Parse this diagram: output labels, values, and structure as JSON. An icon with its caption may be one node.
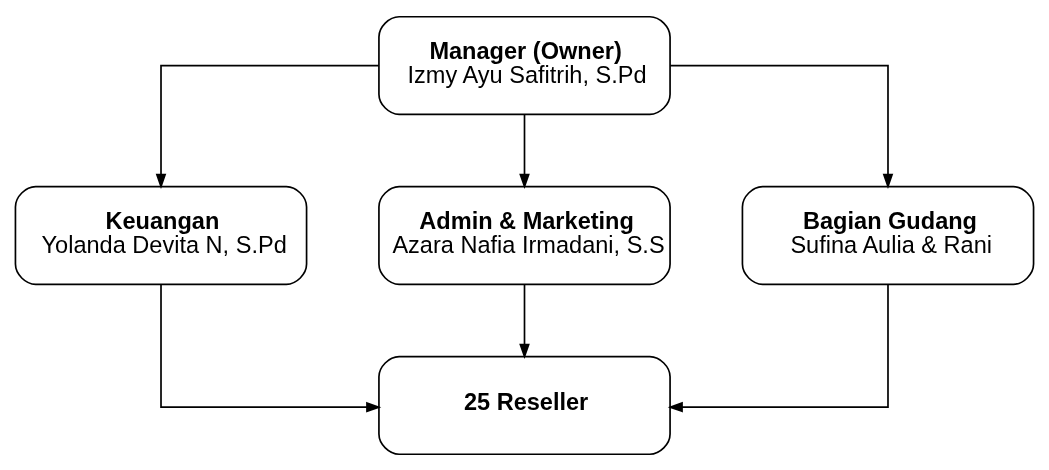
{
  "diagram": {
    "nodes": [
      {
        "text": [
          "Manager (Owner)",
          "Izmy Ayu Safitrih, S.Pd"
        ]
      },
      {
        "text": [
          "Keuangan",
          "Yolanda Devita N, S.Pd"
        ]
      },
      {
        "text": [
          "Admin & Marketing",
          "Azara Nafia Irmadani, S.S"
        ]
      },
      {
        "text": [
          "Bagian Gudang",
          "Sufina Aulia & Rani"
        ]
      },
      {
        "text": [
          "25 Reseller"
        ]
      }
    ],
    "edges": [
      {
        "from": 0,
        "to": 1,
        "arrow": "to"
      },
      {
        "from": 0,
        "to": 2,
        "arrow": "to"
      },
      {
        "from": 0,
        "to": 3,
        "arrow": "to"
      },
      {
        "from": 1,
        "to": 4,
        "arrow": "to"
      },
      {
        "from": 2,
        "to": 4,
        "arrow": "to"
      },
      {
        "from": 3,
        "to": 4,
        "arrow": "to"
      }
    ]
  }
}
